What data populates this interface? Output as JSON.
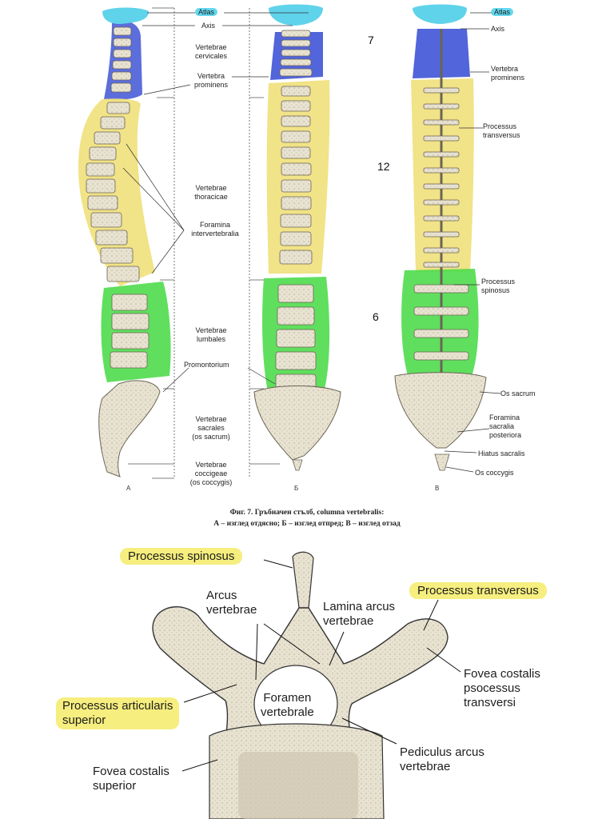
{
  "spine_labels": {
    "atlas": "Atlas",
    "axis": "Axis",
    "vertebrae_cervicales": "Vertebrae\ncervicales",
    "vertebra_prominens": "Vertebra\nprominens",
    "vertebrae_thoracicae": "Vertebrae\nthoracicae",
    "foramina_intervertebralia": "Foramina\nintervertebralia",
    "vertebrae_lumbales": "Vertebrae\nlumbales",
    "promontorium": "Promontorium",
    "vertebrae_sacrales": "Vertebrae\nsacrales\n(os sacrum)",
    "vertebrae_coccigeae": "Vertebrae\ncoccigeae\n(os coccygis)",
    "right_atlas": "Atlas",
    "right_axis": "Axis",
    "right_vertebra_prominens": "Vertebra\nprominens",
    "processus_transversus": "Processus\ntransversus",
    "processus_spinosus": "Processus\nspinosus",
    "os_sacrum": "Os sacrum",
    "foramina_sacralia": "Foramina\nsacralia\nposteriora",
    "hiatus_sacralis": "Hiatus sacralis",
    "os_coccygis": "Os coccygis"
  },
  "counts": {
    "cervical": "7",
    "thoracic": "12",
    "lumbar": "6"
  },
  "view_letters": {
    "a": "A",
    "b": "Б",
    "c": "В"
  },
  "caption": {
    "line1": "Фиг. 7. Гръбначен стълб, columna vertebralis:",
    "line2": "А – изглед отдясно; Б – изглед отпред; В – изглед отзад"
  },
  "vertebra_labels": {
    "processus_spinosus": "Processus spinosus",
    "processus_transversus": "Processus transversus",
    "arcus_vertebrae": "Arcus\nvertebrae",
    "lamina_arcus": "Lamina arcus\nvertebrae",
    "foramen_vertebrale": "Foramen\nvertebrale",
    "processus_articularis": "Processus articularis\nsuperior",
    "fovea_costalis_proc": "Fovea costalis\npsocessus\ntransversi",
    "pediculus": "Pediculus arcus\nvertebrae",
    "fovea_costalis_sup": "Fovea costalis\nsuperior"
  },
  "colors": {
    "cervical": "#3f54d6",
    "atlas": "#5fd3ea",
    "thoracic": "#efe07a",
    "lumbar": "#4fdb4d",
    "highlight": "#f6ee7e",
    "bone": "#ece6d6"
  }
}
